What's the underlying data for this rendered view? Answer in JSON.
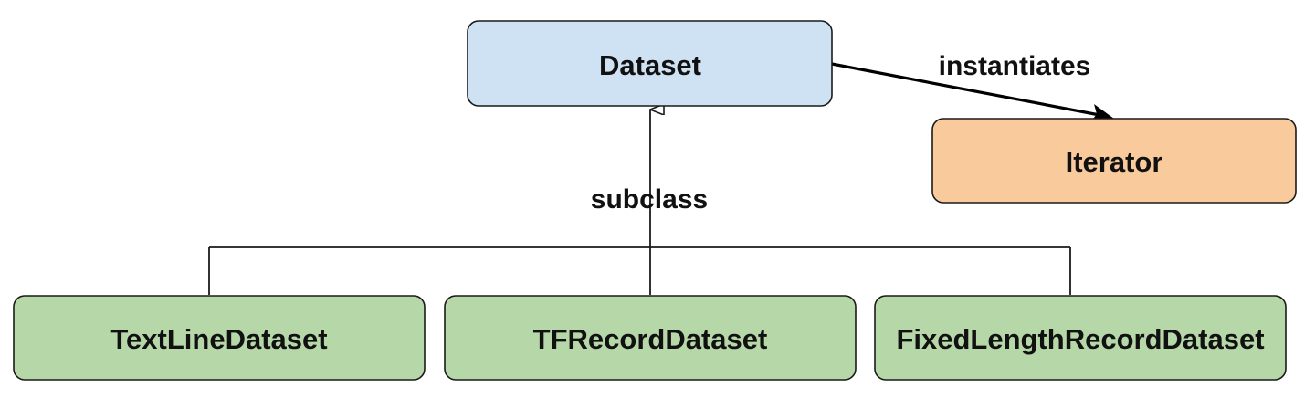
{
  "colors": {
    "dataset_fill": "#cfe2f3",
    "iterator_fill": "#f9cb9c",
    "subclass_fill": "#b6d7a8",
    "stroke": "#1a1a1a"
  },
  "nodes": {
    "dataset": {
      "label": "Dataset"
    },
    "iterator": {
      "label": "Iterator"
    },
    "textline": {
      "label": "TextLineDataset"
    },
    "tfrecord": {
      "label": "TFRecordDataset"
    },
    "fixedlength": {
      "label": "FixedLengthRecordDataset"
    }
  },
  "edges": {
    "instantiates": {
      "label": "instantiates"
    },
    "subclass": {
      "label": "subclass"
    }
  }
}
